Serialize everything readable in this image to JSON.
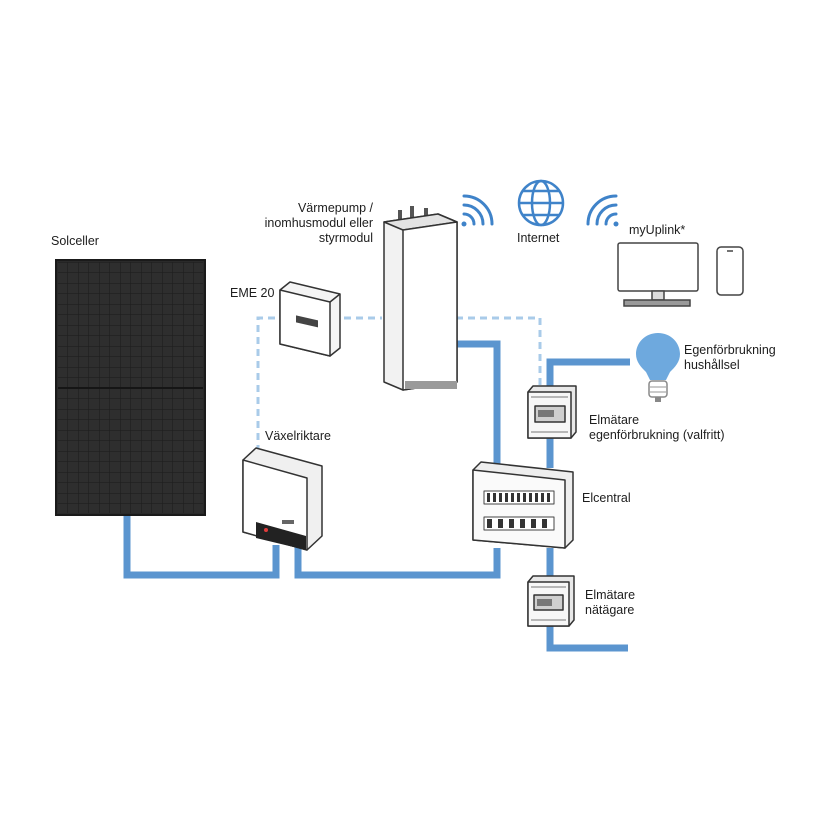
{
  "labels": {
    "solar": "Solceller",
    "heatpump": "Värmepump /\ninomhusmodul eller\nstyrmodul",
    "eme": "EME 20",
    "inverter": "Växelriktare",
    "internet": "Internet",
    "myuplink": "myUplink*",
    "household": "Egenförbrukning\nhushållsel",
    "meter_self": "Elmätare\negenförbrukning (valfritt)",
    "panel": "Elcentral",
    "meter_grid": "Elmätare\nnätägare"
  },
  "colors": {
    "power_line": "#5b95cf",
    "data_line": "#a9cbe9",
    "wifi": "#3f83c9",
    "bulb": "#6ea9de",
    "solar_panel": "#2c2c2c",
    "device_outline": "#333333"
  },
  "icons": [
    "solar-panel",
    "heat-pump",
    "eme-module",
    "inverter",
    "wifi-icon",
    "globe-icon",
    "monitor-icon",
    "phone-icon",
    "light-bulb-icon",
    "electricity-meter",
    "fuse-board"
  ]
}
